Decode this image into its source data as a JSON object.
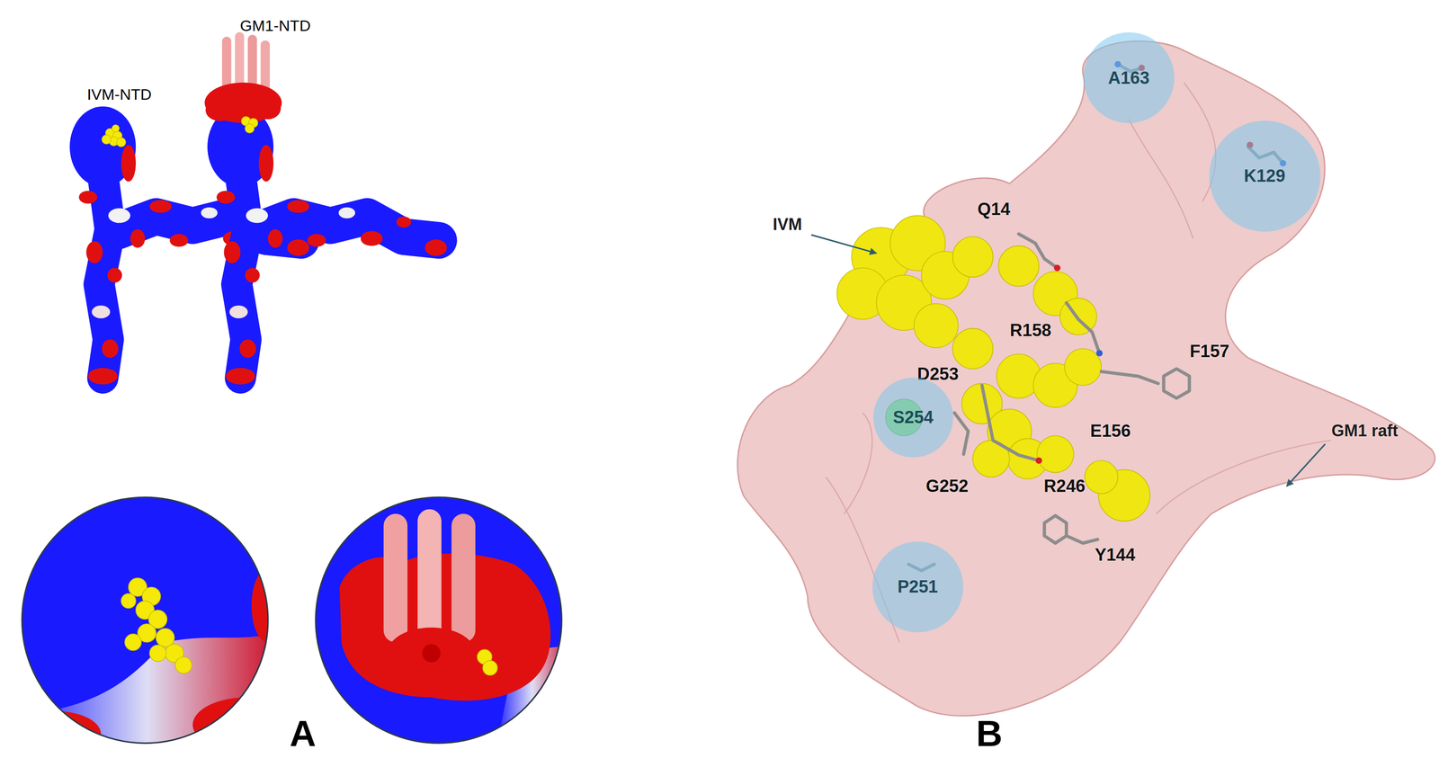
{
  "diagram": {
    "nodes": [
      {
        "text": [
          "A163"
        ]
      },
      {
        "text": [
          "K129"
        ]
      },
      {
        "text": [
          "S254"
        ]
      },
      {
        "text": [
          "P251"
        ]
      }
    ],
    "labels": [
      "IVM-NTD",
      "GM1-NTD",
      "A",
      "B",
      "IVM",
      "GM1 raft",
      "Q14",
      "R158",
      "F157",
      "D253",
      "E156",
      "G252",
      "R246",
      "Y144"
    ]
  }
}
